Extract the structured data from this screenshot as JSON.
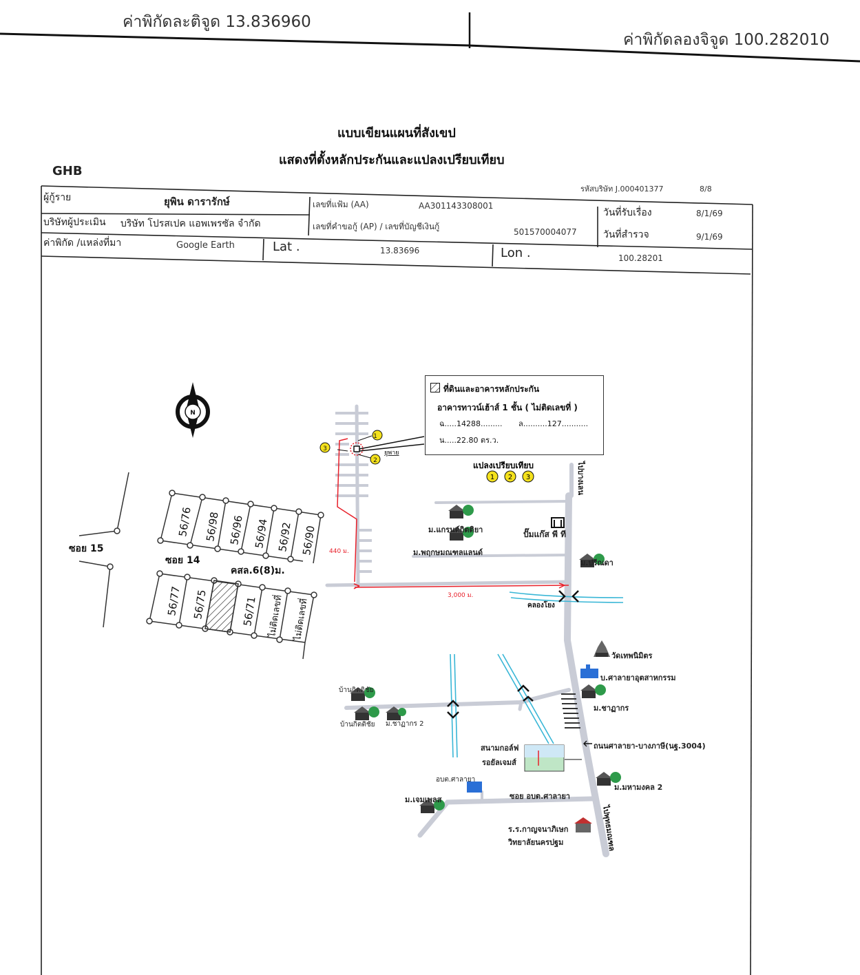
{
  "header": {
    "lat_label": "ค่าพิกัดละติจูด 13.836960",
    "lon_label": "ค่าพิกัดลองจิจูด 100.282010"
  },
  "title": {
    "line1": "แบบเขียนแผนที่สังเขป",
    "line2": "แสดงที่ตั้งหลักประกันและแปลงเปรียบเทียบ"
  },
  "logo": "GHB",
  "form": {
    "company_code": "รหัสบริษัท J.000401377",
    "page": "8/8",
    "borrower_label": "ผู้กู้ราย",
    "borrower": "ยุพิน ดารารักษ์",
    "file_no_label": "เลขที่แฟ้ม (AA)",
    "file_no": "AA301143308001",
    "received_label": "วันที่รับเรื่อง",
    "received": "8/1/69",
    "appraiser_label": "บริษัทผู้ประเมิน",
    "appraiser": "บริษัท โปรสเปค แอพเพรซัล จำกัด",
    "loan_label": "เลขที่คำขอกู้ (AP) / เลขที่บัญชีเงินกู้",
    "loan_no": "501570004077",
    "survey_label": "วันที่สำรวจ",
    "survey": "9/1/69",
    "coord_label": "ค่าพิกัด /แหล่งที่มา",
    "coord_source": "Google Earth",
    "lat_key": "Lat .",
    "lat": "13.83696",
    "lon_key": "Lon .",
    "lon": "100.28201"
  },
  "legend": {
    "collateral": "ที่ดินและอาคารหลักประกัน",
    "building": "อาคารทาวน์เฮ้าส์ 1 ชั้น ( ไม่ติดเลขที่ )",
    "deed": "ฉ.....14288.........",
    "land_no": "ล..........127...........",
    "area": "น.....22.80 ตร.ว."
  },
  "map": {
    "north": "N",
    "comparables_label": "แปลงเปรียบเทียบ",
    "markers": [
      "1",
      "2",
      "3"
    ],
    "plots_top": [
      "56/76",
      "56/98",
      "56/96",
      "56/94",
      "56/92",
      "56/90"
    ],
    "plots_bottom": [
      "56/77",
      "56/75",
      "56/71",
      "ไม่ติดเลขที่",
      "ไม่ติดเลขที่"
    ],
    "soi15": "ซอย 15",
    "soi14": "ซอย 14",
    "ksl": "คสล.6(8)ม.",
    "site": "ยูพาย",
    "dist_440": "440 ม.",
    "dist_3000": "3,000 ม.",
    "to_north": "ไปบางเลน",
    "to_south": "ไปพุทธมณฑล",
    "village1": "ม.แกรนด์กิตติยา",
    "village2": "ม.พฤกษมณฑลแลนด์",
    "gas": "ปั๊มแก๊ส พี ที",
    "preecha": "ม.ปรีณดา",
    "canal": "คลองโยง",
    "wat": "วัดเทพนิมิตร",
    "factory": "บ.ศาลายาอุตสาหกรรม",
    "chayakorn": "ม.ชาฏากร",
    "baan1": "บ้านกิตติชัย",
    "baan2": "บ้านกิตติชัย",
    "chayakorn2": "ม.ชาฏากร 2",
    "road": "ถนนศาลายา-บางภาษี(นฐ.3004)",
    "golf1": "สนามกอล์ฟ",
    "golf2": "รอยัลเจมส์",
    "obt": "อบต.ศาลายา",
    "jamesplace": "ม.เจมเพลส",
    "soi_obt": "ซอย อบต.ศาลายา",
    "mahamongkol": "ม.มหามงคล 2",
    "school1": "ร.ร.กาญจนาภิเษก",
    "school2": "วิทยาลัยนครปฐม"
  },
  "colors": {
    "route": "#e8202a",
    "canal": "#38b6d6",
    "road": "#c9ccd6",
    "marker": "#f4e11c",
    "tree": "#2e9a4a"
  }
}
